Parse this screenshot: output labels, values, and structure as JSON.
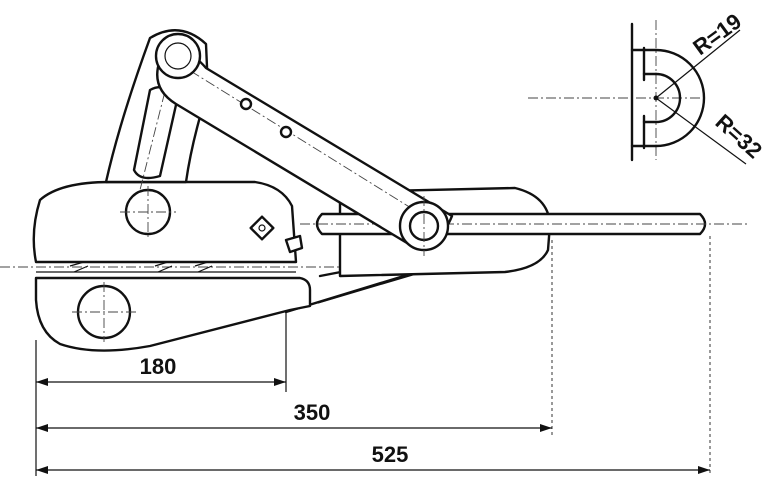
{
  "dimensions": {
    "width_180": "180",
    "width_350": "350",
    "width_525": "525"
  },
  "radii": {
    "inner": "R=19",
    "outer": "R=32"
  },
  "colors": {
    "ink": "#111111",
    "paper": "#ffffff"
  }
}
